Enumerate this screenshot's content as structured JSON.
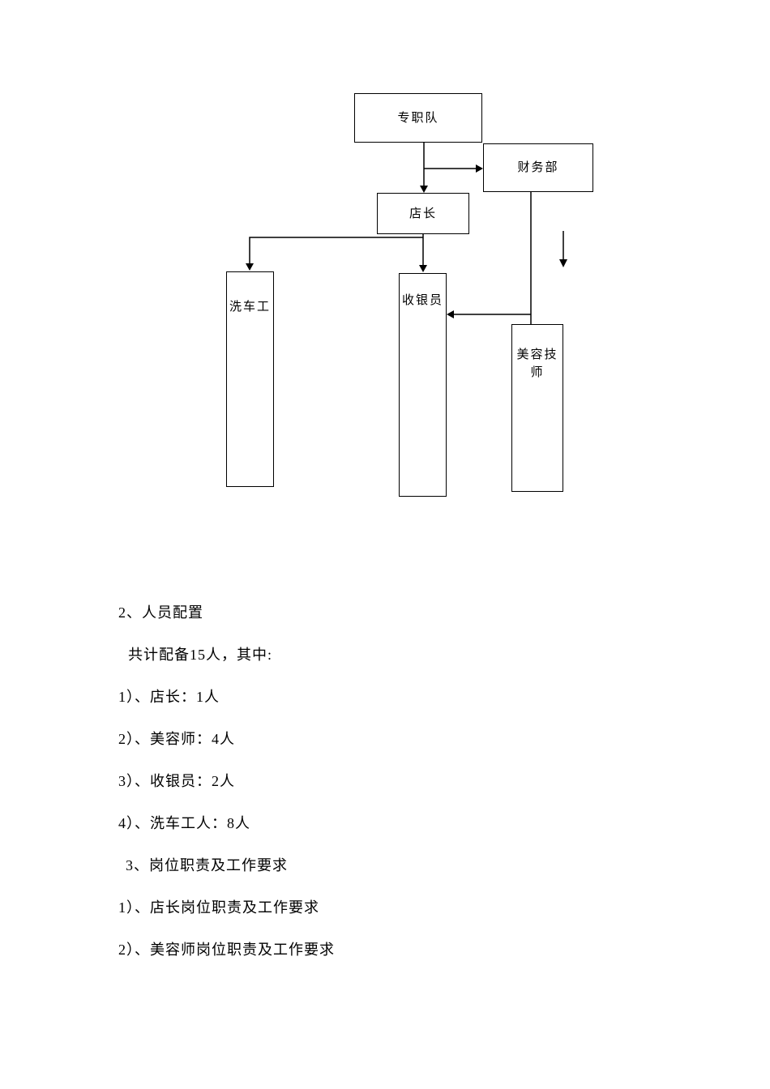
{
  "org_chart": {
    "nodes": {
      "team": "专职队",
      "finance": "财务部",
      "manager": "店长",
      "washer": "洗车工",
      "cashier": "收银员",
      "beautician": "美容技师"
    },
    "line_color": "#000000"
  },
  "body": {
    "paragraphs": [
      "2、人员配置",
      "共计配备15人，其中:",
      "1）、店长：1人",
      "2）、美容师：4人",
      "3）、收银员：2人",
      "4）、洗车工人：8人",
      "3、岗位职责及工作要求",
      "1）、店长岗位职责及工作要求",
      "2）、美容师岗位职责及工作要求"
    ]
  }
}
